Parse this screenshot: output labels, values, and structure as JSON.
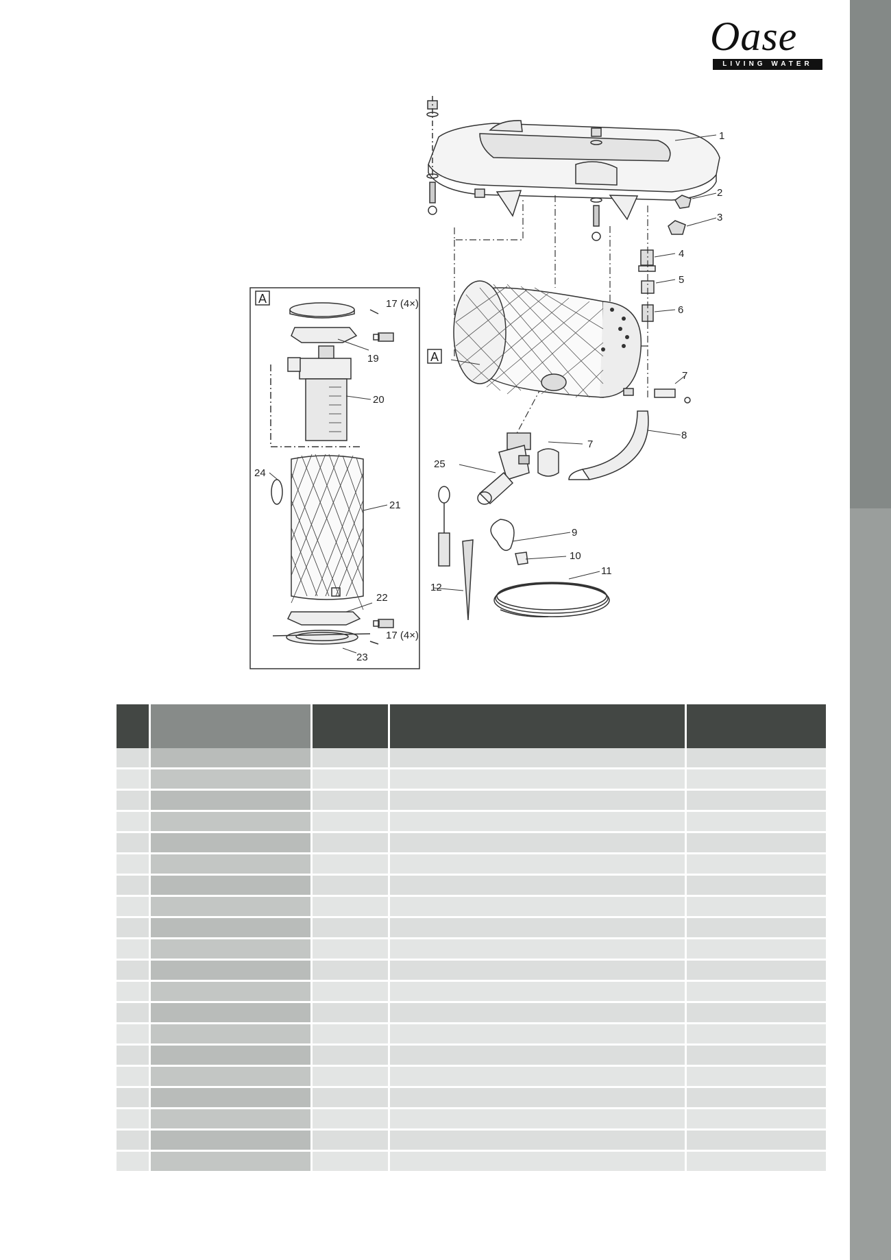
{
  "brand": {
    "name": "Oase",
    "tagline": "LIVING WATER"
  },
  "diagram": {
    "inset_tag": "A",
    "callouts": {
      "c1": "1",
      "c2": "2",
      "c3": "3",
      "c4": "4",
      "c5": "5",
      "c6": "6",
      "c7a": "7",
      "c7b": "7",
      "c8": "8",
      "c9": "9",
      "c10": "10",
      "c11": "11",
      "c12": "12",
      "c17a": "17 (4×)",
      "c17b": "17 (4×)",
      "c19": "19",
      "c20": "20",
      "c21": "21",
      "c22": "22",
      "c23": "23",
      "c24": "24",
      "c25": "25"
    }
  },
  "table": {
    "headers": [
      "",
      "",
      "",
      "",
      ""
    ],
    "rows": [
      [
        "",
        "",
        "",
        "",
        ""
      ],
      [
        "",
        "",
        "",
        "",
        ""
      ],
      [
        "",
        "",
        "",
        "",
        ""
      ],
      [
        "",
        "",
        "",
        "",
        ""
      ],
      [
        "",
        "",
        "",
        "",
        ""
      ],
      [
        "",
        "",
        "",
        "",
        ""
      ],
      [
        "",
        "",
        "",
        "",
        ""
      ],
      [
        "",
        "",
        "",
        "",
        ""
      ],
      [
        "",
        "",
        "",
        "",
        ""
      ],
      [
        "",
        "",
        "",
        "",
        ""
      ],
      [
        "",
        "",
        "",
        "",
        ""
      ],
      [
        "",
        "",
        "",
        "",
        ""
      ],
      [
        "",
        "",
        "",
        "",
        ""
      ],
      [
        "",
        "",
        "",
        "",
        ""
      ],
      [
        "",
        "",
        "",
        "",
        ""
      ],
      [
        "",
        "",
        "",
        "",
        ""
      ],
      [
        "",
        "",
        "",
        "",
        ""
      ],
      [
        "",
        "",
        "",
        "",
        ""
      ],
      [
        "",
        "",
        "",
        "",
        ""
      ],
      [
        "",
        "",
        "",
        "",
        ""
      ]
    ]
  }
}
